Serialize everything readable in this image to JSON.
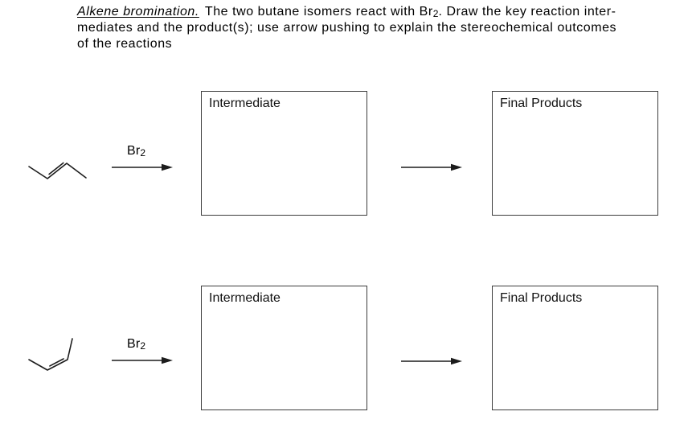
{
  "header": {
    "title": "Alkene bromination.",
    "line1_a": "The two butane isomers react with Br",
    "line1_sub": "2",
    "line1_b": ". Draw the key reaction inter-",
    "line2": "mediates and the product(s); use arrow pushing to explain the stereochemical outcomes",
    "line3": "of the reactions"
  },
  "reagent": {
    "symbol": "Br",
    "subscript": "2"
  },
  "boxes": {
    "intermediate": "Intermediate",
    "final_products": "Final Products"
  },
  "molecules": {
    "top": "trans-2-butene",
    "bottom": "cis-2-butene"
  },
  "colors": {
    "ink": "#1c1c1c",
    "box_border": "#3d3d3d",
    "background": "#ffffff"
  }
}
